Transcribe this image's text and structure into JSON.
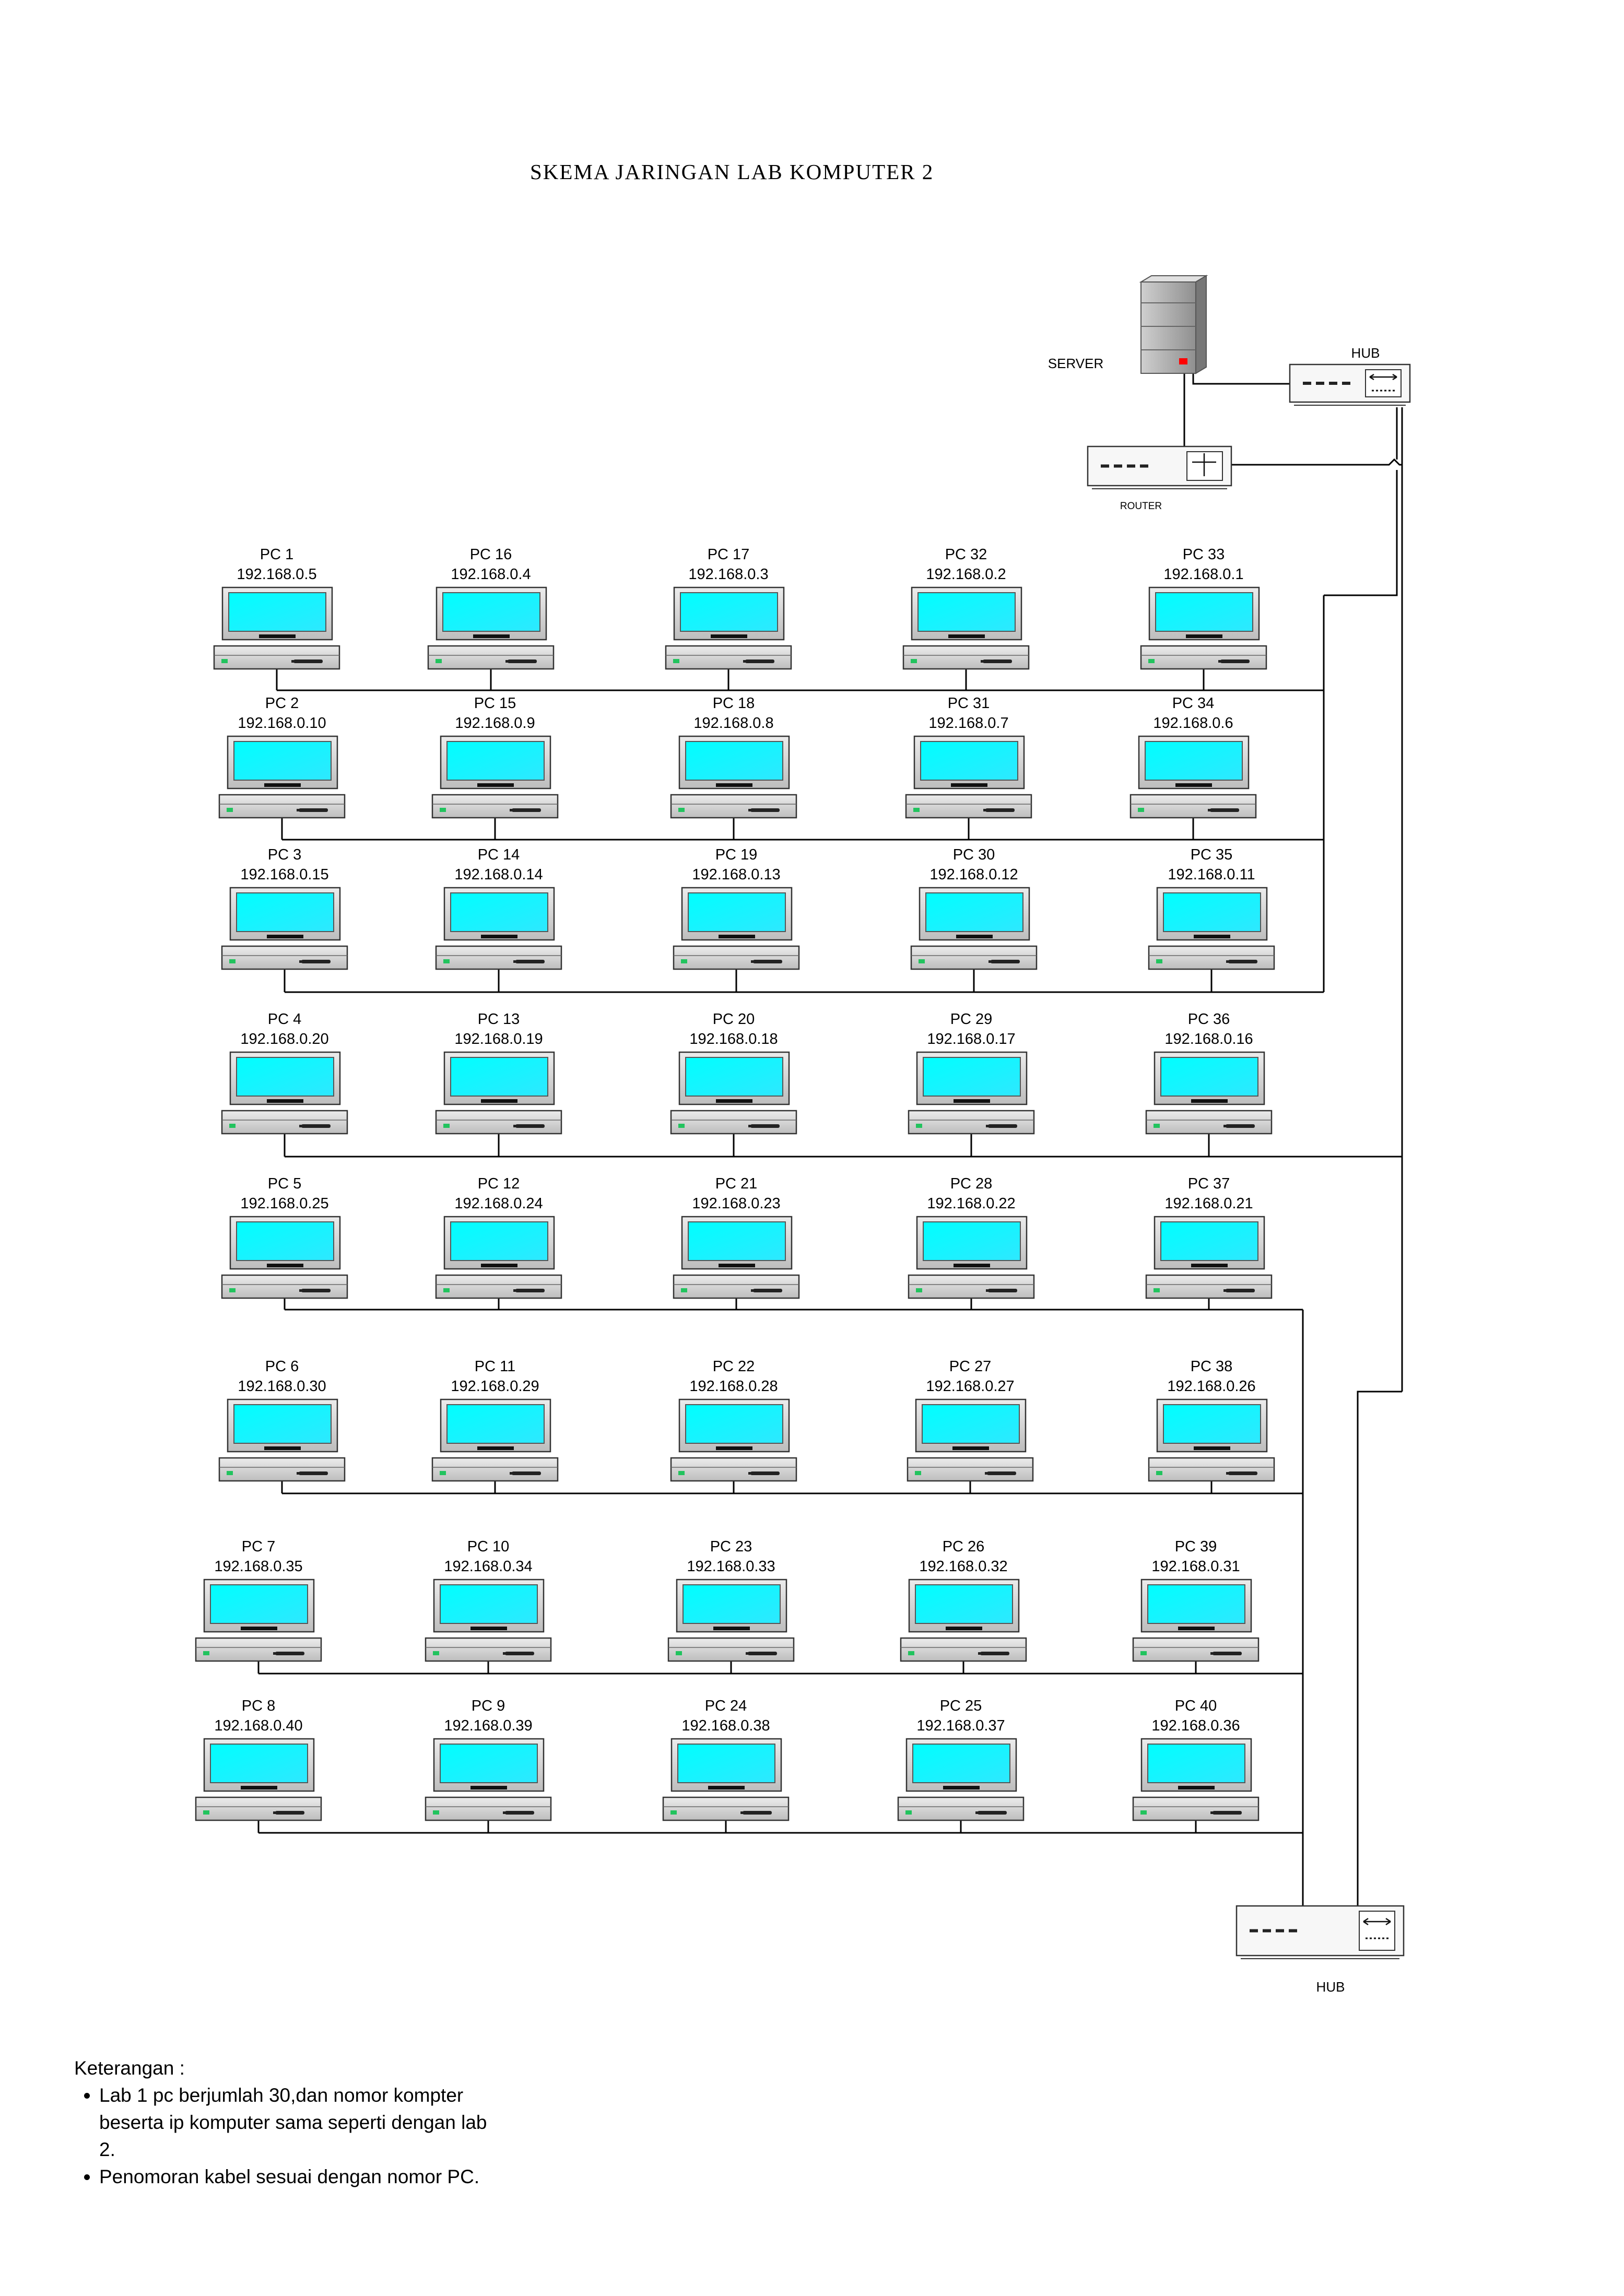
{
  "title": "SKEMA JARINGAN LAB  KOMPUTER 2",
  "server_label": "SERVER",
  "router_label": "ROUTER",
  "hub_top_label": "HUB",
  "hub_bottom_label": "HUB",
  "pc_rows": [
    [
      {
        "name": "PC 1",
        "ip": "192.168.0.5"
      },
      {
        "name": "PC 16",
        "ip": "192.168.0.4"
      },
      {
        "name": "PC 17",
        "ip": "192.168.0.3"
      },
      {
        "name": "PC 32",
        "ip": "192.168.0.2"
      },
      {
        "name": "PC 33",
        "ip": "192.168.0.1"
      }
    ],
    [
      {
        "name": "PC 2",
        "ip": "192.168.0.10"
      },
      {
        "name": "PC 15",
        "ip": "192.168.0.9"
      },
      {
        "name": "PC 18",
        "ip": "192.168.0.8"
      },
      {
        "name": "PC 31",
        "ip": "192.168.0.7"
      },
      {
        "name": "PC 34",
        "ip": "192.168.0.6"
      }
    ],
    [
      {
        "name": "PC 3",
        "ip": "192.168.0.15"
      },
      {
        "name": "PC 14",
        "ip": "192.168.0.14"
      },
      {
        "name": "PC 19",
        "ip": "192.168.0.13"
      },
      {
        "name": "PC 30",
        "ip": "192.168.0.12"
      },
      {
        "name": "PC 35",
        "ip": "192.168.0.11"
      }
    ],
    [
      {
        "name": "PC 4",
        "ip": "192.168.0.20"
      },
      {
        "name": "PC 13",
        "ip": "192.168.0.19"
      },
      {
        "name": "PC 20",
        "ip": "192.168.0.18"
      },
      {
        "name": "PC 29",
        "ip": "192.168.0.17"
      },
      {
        "name": "PC 36",
        "ip": "192.168.0.16"
      }
    ],
    [
      {
        "name": "PC 5",
        "ip": "192.168.0.25"
      },
      {
        "name": "PC 12",
        "ip": "192.168.0.24"
      },
      {
        "name": "PC 21",
        "ip": "192.168.0.23"
      },
      {
        "name": "PC 28",
        "ip": "192.168.0.22"
      },
      {
        "name": "PC 37",
        "ip": "192.168.0.21"
      }
    ],
    [
      {
        "name": "PC 6",
        "ip": "192.168.0.30"
      },
      {
        "name": "PC 11",
        "ip": "192.168.0.29"
      },
      {
        "name": "PC 22",
        "ip": "192.168.0.28"
      },
      {
        "name": "PC 27",
        "ip": "192.168.0.27"
      },
      {
        "name": "PC 38",
        "ip": "192.168.0.26"
      }
    ],
    [
      {
        "name": "PC 7",
        "ip": "192.168.0.35"
      },
      {
        "name": "PC 10",
        "ip": "192.168.0.34"
      },
      {
        "name": "PC 23",
        "ip": "192.168.0.33"
      },
      {
        "name": "PC 26",
        "ip": "192.168.0.32"
      },
      {
        "name": "PC 39",
        "ip": "192.168.0.31"
      }
    ],
    [
      {
        "name": "PC 8",
        "ip": "192.168.0.40"
      },
      {
        "name": "PC 9",
        "ip": "192.168.0.39"
      },
      {
        "name": "PC 24",
        "ip": "192.168.0.38"
      },
      {
        "name": "PC 25",
        "ip": "192.168.0.37"
      },
      {
        "name": "PC 40",
        "ip": "192.168.0.36"
      }
    ]
  ],
  "notes": {
    "heading": "Keterangan :",
    "items": [
      "Lab 1 pc berjumlah 30,dan nomor kompter beserta ip komputer sama  seperti dengan lab 2.",
      "Penomoran kabel sesuai dengan nomor PC."
    ]
  },
  "colors": {
    "screen": "#00ffff",
    "frame": "#d9d9d9",
    "line": "#000000",
    "led": "#22c35e",
    "server_led": "#ff0000"
  }
}
